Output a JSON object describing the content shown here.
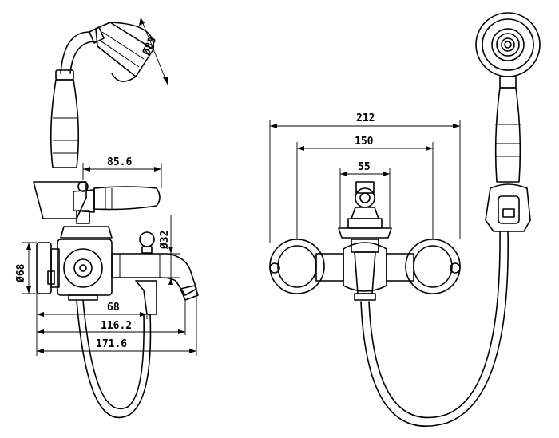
{
  "side_view": {
    "dim_width_shower_head": "Ø83",
    "dim_handle_reach": "85.6",
    "dim_spout_diameter": "Ø32",
    "dim_flange_diameter": "Ø68",
    "dim_body_depth": "68",
    "dim_spout_projection": "116.2",
    "dim_overall_projection": "171.6"
  },
  "front_view": {
    "dim_overall_width": "212",
    "dim_centers": "150",
    "dim_diverter_width": "55"
  }
}
